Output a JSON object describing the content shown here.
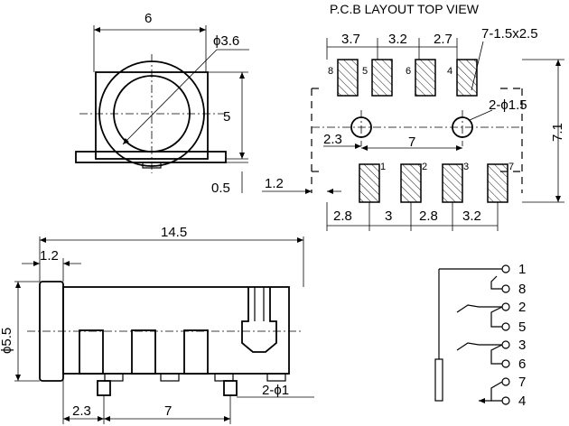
{
  "titles": {
    "pcb_layout": "P.C.B LAYOUT TOP VIEW"
  },
  "top_view": {
    "width": "6",
    "diameter": "ϕ3.6",
    "height": "5",
    "base": "0.5"
  },
  "pcb": {
    "top_spacings": [
      "3.7",
      "3.2",
      "2.7"
    ],
    "pad_spec": "7-1.5x2.5",
    "top_pins": [
      "8",
      "5",
      "6",
      "4"
    ],
    "hole_spec": "2-ϕ1.5",
    "hole_offset": "2.3",
    "hole_spacing": "7",
    "total_height": "7.1",
    "left_offset": "1.2",
    "bottom_pins": [
      "1",
      "2",
      "3",
      "7"
    ],
    "bottom_spacings": [
      "2.8",
      "3",
      "2.8",
      "3.2"
    ]
  },
  "side_view": {
    "length": "14.5",
    "flange": "1.2",
    "diameter": "ϕ5.5",
    "peg_offset": "2.3",
    "peg_spacing": "7",
    "peg_spec": "2-ϕ1"
  },
  "schematic": {
    "pins": [
      "1",
      "8",
      "2",
      "5",
      "3",
      "6",
      "7",
      "4"
    ]
  }
}
